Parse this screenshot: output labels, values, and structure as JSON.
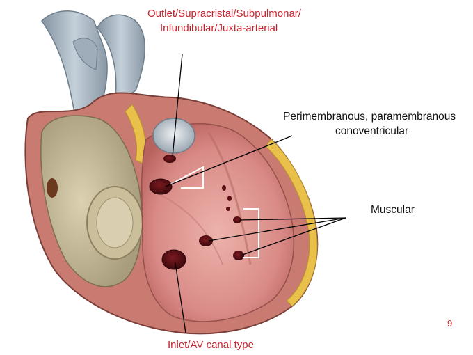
{
  "labels": {
    "outlet_line1": "Outlet/Supracristal/Subpulmonar/",
    "outlet_line2": "Infundibular/Juxta-arterial",
    "perimembranous_line1": "Perimembranous, paramembranous",
    "perimembranous_line2": "conoventricular",
    "muscular": "Muscular",
    "inlet": "Inlet/AV canal type"
  },
  "page_number": "9",
  "colors": {
    "red_text": "#c8242f",
    "myocardium": "#d98a86",
    "septum_pink": "#e4a9a3",
    "fat_yellow": "#e9c14a",
    "vessel_grey": "#aab7c2",
    "defect_dark": "#5a0f14"
  }
}
